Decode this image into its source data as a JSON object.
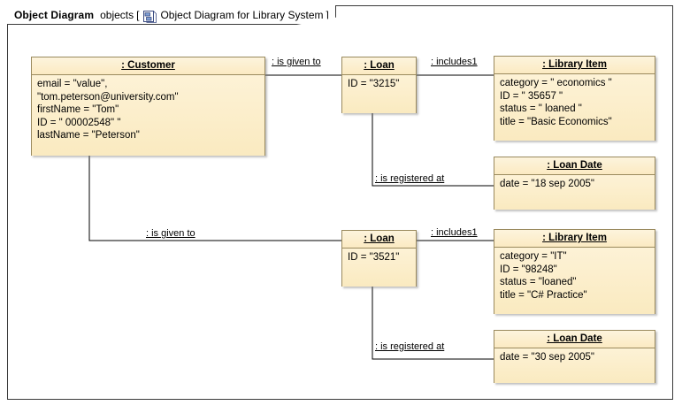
{
  "frame": {
    "kind_label": "Object Diagram",
    "scope_label": "objects",
    "bracket_open": "[",
    "icon": "object-diagram-icon",
    "diagram_name": "Object Diagram for Library System",
    "bracket_close": "]"
  },
  "colors": {
    "box_fill": "#fbeecb",
    "box_border": "#9a8a5e",
    "frame_border": "#3a3a3a",
    "line": "#000000",
    "canvas": "#ffffff"
  },
  "objects": [
    {
      "id": "customer",
      "title": ": Customer",
      "slots": [
        "email = \"value\",",
        "\"tom.peterson@university.com\"",
        "firstName = \"Tom\"",
        "ID = \" 00002548\" \"",
        "lastName = \"Peterson\""
      ]
    },
    {
      "id": "loan-1",
      "title": ": Loan",
      "slots": [
        "ID = \"3215\""
      ]
    },
    {
      "id": "library-item-1",
      "title": ": Library Item",
      "slots": [
        "category = \" economics \"",
        "ID = \" 35657 \"",
        "status = \" loaned \"",
        "title = \"Basic Economics\""
      ]
    },
    {
      "id": "loan-date-1",
      "title": ": Loan Date",
      "slots": [
        "date = \"18 sep 2005\""
      ]
    },
    {
      "id": "loan-2",
      "title": ": Loan",
      "slots": [
        "ID = \"3521\""
      ]
    },
    {
      "id": "library-item-2",
      "title": ": Library Item",
      "slots": [
        "category = \"IT\"",
        "ID = \"98248\"",
        "status = \"loaned\"",
        "title = \"C# Practice\""
      ]
    },
    {
      "id": "loan-date-2",
      "title": ": Loan Date",
      "slots": [
        "date = \"30 sep 2005\""
      ]
    }
  ],
  "links": [
    {
      "id": "customer-loan-1",
      "label": ": is given to"
    },
    {
      "id": "loan-1-library-item-1",
      "label": ": includes1"
    },
    {
      "id": "loan-1-loan-date-1",
      "label": ": is registered at"
    },
    {
      "id": "customer-loan-2",
      "label": ": is given to"
    },
    {
      "id": "loan-2-library-item-2",
      "label": ": includes1"
    },
    {
      "id": "loan-2-loan-date-2",
      "label": ": is registered at"
    }
  ]
}
